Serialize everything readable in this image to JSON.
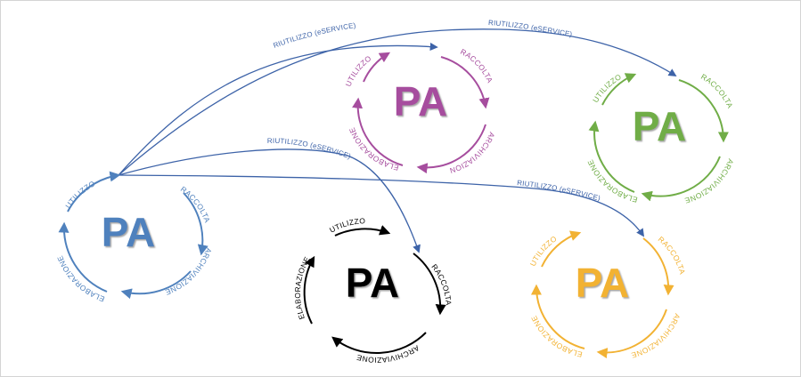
{
  "diagram": {
    "cycles": [
      {
        "id": "left",
        "title": "PA",
        "color": "#4f81bd",
        "pa_fill": "#4f81bd",
        "labels": {
          "top": "UTILIZZO",
          "right": "RACCOLTA",
          "bottom_right": "ARCHIVIAZIONE",
          "left": "ELABORAZIONE"
        }
      },
      {
        "id": "purple",
        "title": "PA",
        "color": "#a64d9e",
        "pa_fill": "#a64d9e",
        "labels": {
          "top": "UTILIZZO",
          "right": "RACCOLTA",
          "bottom_right": "ARCHIVIAZIONE",
          "left": "ELABORAZIONE"
        }
      },
      {
        "id": "green",
        "title": "PA",
        "color": "#70ad47",
        "pa_fill": "#70ad47",
        "labels": {
          "top": "UTILIZZO",
          "right": "RACCOLTA",
          "bottom_right": "ARCHIVIAZIONE",
          "left": "ELABORAZIONE"
        }
      },
      {
        "id": "black",
        "title": "PA",
        "color": "#000000",
        "pa_fill": "#000000",
        "labels": {
          "top": "UTILIZZO",
          "right": "RACCOLTA",
          "bottom_right": "ARCHIVIAZIONE",
          "left": "ELABORAZIONE"
        }
      },
      {
        "id": "orange",
        "title": "PA",
        "color": "#f2b233",
        "pa_fill": "#f2b233",
        "labels": {
          "top": "UTILIZZO",
          "right": "RACCOLTA",
          "bottom_right": "ARCHIVIAZIONE",
          "left": "ELABORAZIONE"
        }
      }
    ],
    "reuse_label": "RIUTILIZZO (eSERVICE)",
    "reuse_color": "#3d63a8"
  }
}
